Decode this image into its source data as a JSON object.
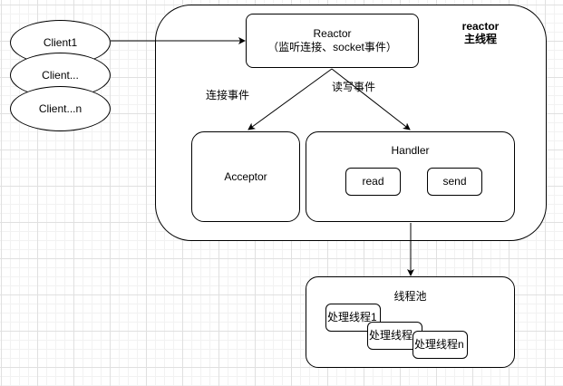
{
  "clients": [
    {
      "label": "Client1"
    },
    {
      "label": "Client..."
    },
    {
      "label": "Client...n"
    }
  ],
  "reactor_group": {
    "title_line1": "reactor",
    "title_line2": "主线程"
  },
  "reactor": {
    "line1": "Reactor",
    "line2": "（监听连接、socket事件）"
  },
  "edges": {
    "connect_event": "连接事件",
    "read_write_event": "读写事件"
  },
  "acceptor": {
    "label": "Acceptor"
  },
  "handler": {
    "label": "Handler",
    "read": "read",
    "send": "send"
  },
  "thread_pool": {
    "label": "线程池",
    "workers": [
      {
        "label": "处理线程1"
      },
      {
        "label": "处理线程"
      },
      {
        "label": "处理线程n"
      }
    ]
  }
}
